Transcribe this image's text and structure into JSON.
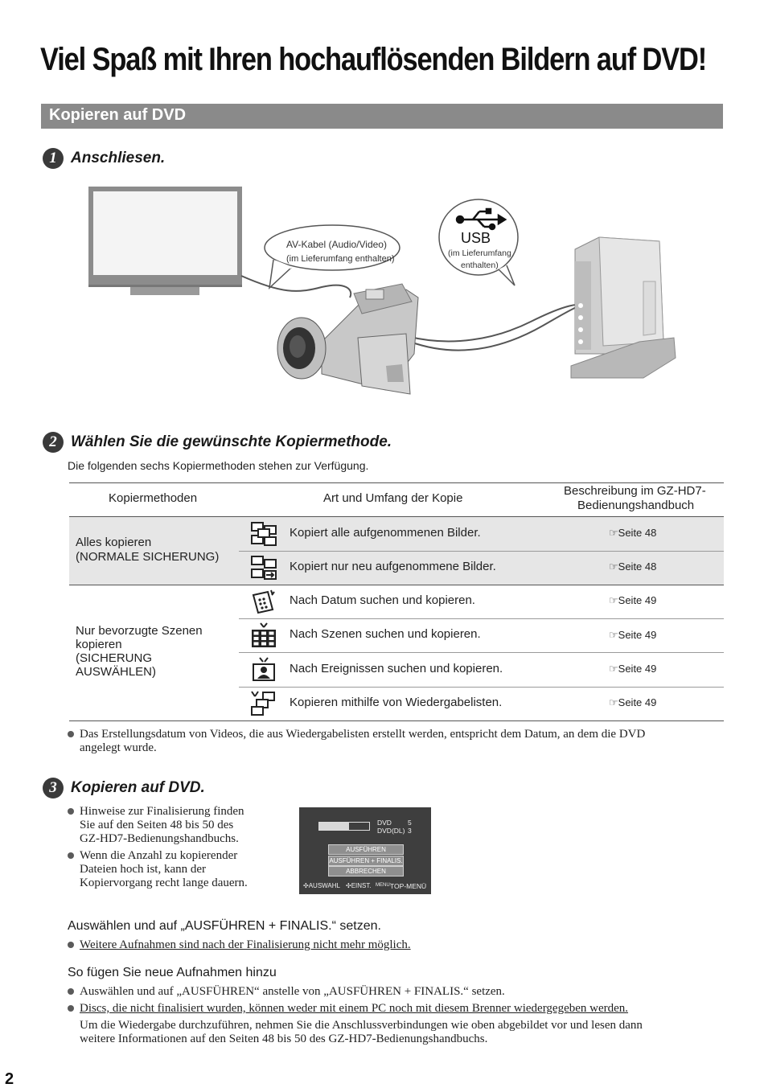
{
  "title": "Viel Spaß mit Ihren hochauflösenden Bildern auf DVD!",
  "section_title": "Kopieren auf DVD",
  "step1": {
    "number": "1",
    "heading": "Anschliesen.",
    "callout_av_line1": "AV-Kabel (Audio/Video)",
    "callout_av_line2": "(im Lieferumfang enthalten)",
    "callout_usb_label": "USB",
    "callout_usb_line2": "(im Lieferumfang",
    "callout_usb_line3": "enthalten)"
  },
  "step2": {
    "number": "2",
    "heading": "Wählen Sie die gewünschte Kopiermethode.",
    "intro": "Die folgenden sechs Kopiermethoden stehen zur Verfügung.",
    "table": {
      "col1_header": "Kopiermethoden",
      "col2_header": "Art und Umfang der Kopie",
      "col3_header_line1": "Beschreibung im GZ-HD7-",
      "col3_header_line2": "Bedienungshandbuch",
      "group1_line1": "Alles kopieren",
      "group1_line2": "(NORMALE SICHERUNG)",
      "group2_line1": "Nur bevorzugte Szenen",
      "group2_line2": "kopieren",
      "group2_line3": "(SICHERUNG",
      "group2_line4": "AUSWÄHLEN)",
      "rows": [
        {
          "icon": "copy-all-icon",
          "text": "Kopiert alle aufgenommenen Bilder.",
          "ref": "☞Seite 48"
        },
        {
          "icon": "copy-new-icon",
          "text": "Kopiert nur neu aufgenommene Bilder.",
          "ref": "☞Seite 48"
        },
        {
          "icon": "date-search-icon",
          "text": "Nach Datum suchen und kopieren.",
          "ref": "☞Seite 49"
        },
        {
          "icon": "scene-grid-icon",
          "text": "Nach Szenen suchen und kopieren.",
          "ref": "☞Seite 49"
        },
        {
          "icon": "event-icon",
          "text": "Nach Ereignissen suchen und kopieren.",
          "ref": "☞Seite 49"
        },
        {
          "icon": "playlist-icon",
          "text": "Kopieren mithilfe von Wiedergabelisten.",
          "ref": "☞Seite 49"
        }
      ]
    },
    "note_line1": "Das Erstellungsdatum von Videos, die aus Wiedergabelisten erstellt werden, entspricht dem Datum, an dem die DVD",
    "note_line2": "angelegt wurde."
  },
  "step3": {
    "number": "3",
    "heading": "Kopieren auf DVD.",
    "bullet1_line1": "Hinweise zur Finalisierung finden",
    "bullet1_line2": "Sie auf den Seiten 48 bis 50 des",
    "bullet1_line3": "GZ-HD7-Bedienungshandbuchs.",
    "bullet2_line1": "Wenn die Anzahl zu kopierender",
    "bullet2_line2": "Dateien hoch ist, kann der",
    "bullet2_line3": "Kopiervorgang recht lange dauern.",
    "lcd": {
      "dvd_label": "DVD",
      "dvd_value": "5",
      "dvddl_label": "DVD(DL)",
      "dvddl_value": "3",
      "btn_execute": "AUSFÜHREN",
      "btn_execute_finalize": "AUSFÜHREN + FINALIS.",
      "btn_cancel": "ABBRECHEN",
      "footer_select": "AUSWAHL",
      "footer_set": "EINST.",
      "footer_menu": "MENU:",
      "footer_topmenu": "TOP-MENÜ",
      "progress": 0.6
    },
    "instruction": "Auswählen und auf „AUSFÜHREN + FINALIS.“ setzen.",
    "instruction_note": "Weitere Aufnahmen sind nach der Finalisierung nicht mehr möglich.",
    "subheading": "So fügen Sie neue Aufnahmen hinzu",
    "add_bullet1": "Auswählen und auf „AUSFÜHREN“ anstelle von „AUSFÜHREN + FINALIS.“ setzen.",
    "add_bullet2": "Discs, die nicht finalisiert wurden, können weder mit einem PC noch mit diesem Brenner wiedergegeben werden.",
    "add_text_line1": "Um die Wiedergabe durchzuführen, nehmen Sie die Anschlussverbindungen wie oben abgebildet vor und lesen dann",
    "add_text_line2": "weitere Informationen auf den Seiten 48 bis 50 des GZ-HD7-Bedienungshandbuchs."
  },
  "page_number": "2"
}
